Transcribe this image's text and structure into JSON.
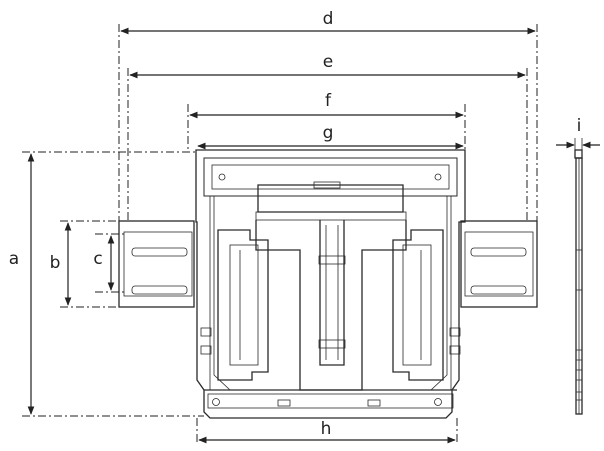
{
  "diagram": {
    "dimension_labels": {
      "a": "a",
      "b": "b",
      "c": "c",
      "d": "d",
      "e": "e",
      "f": "f",
      "g": "g",
      "h": "h",
      "i": "i"
    },
    "colors": {
      "line": "#222222",
      "background": "#ffffff"
    }
  }
}
